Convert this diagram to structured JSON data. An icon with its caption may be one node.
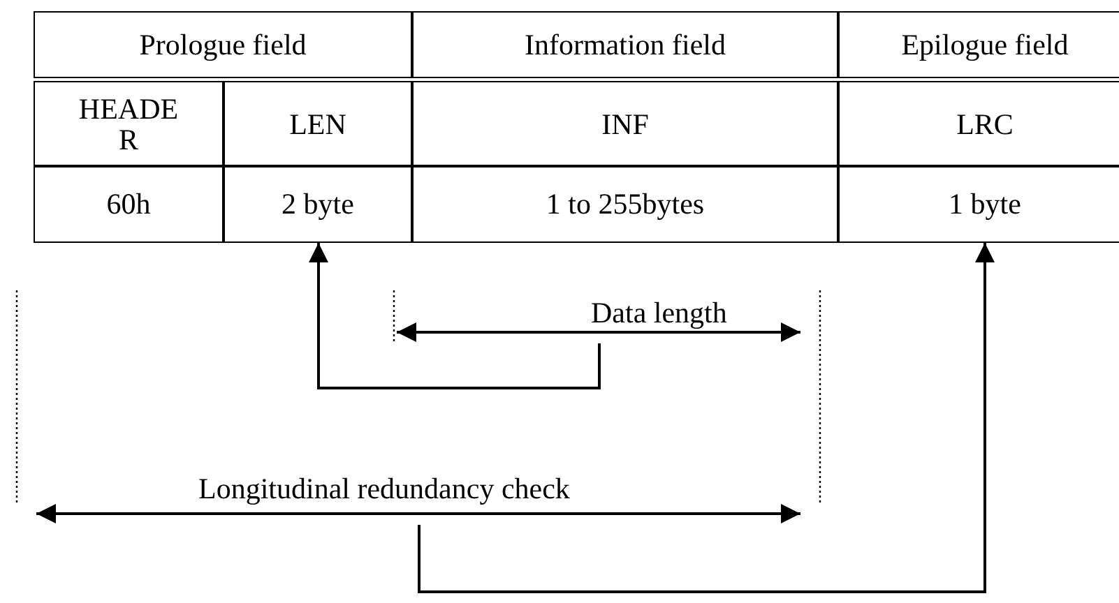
{
  "diagram": {
    "nodes": [
      {
        "text": [
          "Data length"
        ]
      },
      {
        "text": [
          "Longitudinal redundancy check"
        ]
      },
      {
        "text": [
          "2 byte"
        ]
      },
      {
        "text": [
          "1 byte"
        ]
      }
    ],
    "edges": [
      {
        "from": 0,
        "to": 2,
        "arrow": "to"
      },
      {
        "from": 1,
        "to": 3,
        "arrow": "to"
      }
    ],
    "labels": [
      "Prologue field",
      "Information field",
      "Epilogue field",
      "HEADER",
      "LEN",
      "INF",
      "LRC",
      "60h",
      "1 to 255bytes"
    ]
  }
}
